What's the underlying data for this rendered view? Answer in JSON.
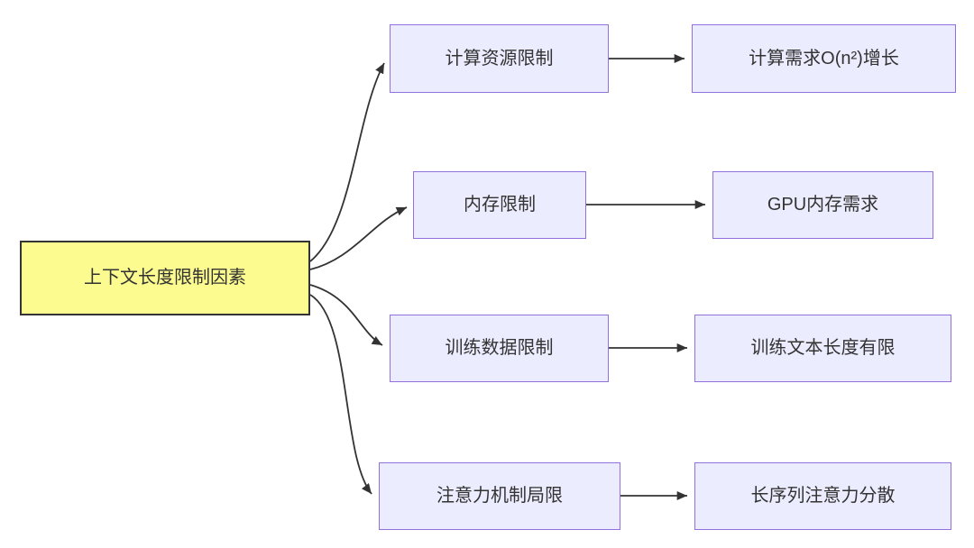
{
  "colors": {
    "root_fill": "#FBFB8F",
    "root_border": "#333333",
    "node_fill": "#ECECFF",
    "node_border": "#9370DB",
    "edge_color": "#333333",
    "text_color": "#333333"
  },
  "diagram": {
    "type": "flowchart-left-to-right",
    "root": {
      "label": "上下文长度限制因素"
    },
    "rows": [
      {
        "cause": "计算资源限制",
        "effect": "计算需求O(n²)增长"
      },
      {
        "cause": "内存限制",
        "effect": "GPU内存需求"
      },
      {
        "cause": "训练数据限制",
        "effect": "训练文本长度有限"
      },
      {
        "cause": "注意力机制局限",
        "effect": "长序列注意力分散"
      }
    ],
    "edges": [
      {
        "from": "root",
        "to": "cause-1"
      },
      {
        "from": "root",
        "to": "cause-2"
      },
      {
        "from": "root",
        "to": "cause-3"
      },
      {
        "from": "root",
        "to": "cause-4"
      },
      {
        "from": "cause-1",
        "to": "effect-1"
      },
      {
        "from": "cause-2",
        "to": "effect-2"
      },
      {
        "from": "cause-3",
        "to": "effect-3"
      },
      {
        "from": "cause-4",
        "to": "effect-4"
      }
    ]
  }
}
